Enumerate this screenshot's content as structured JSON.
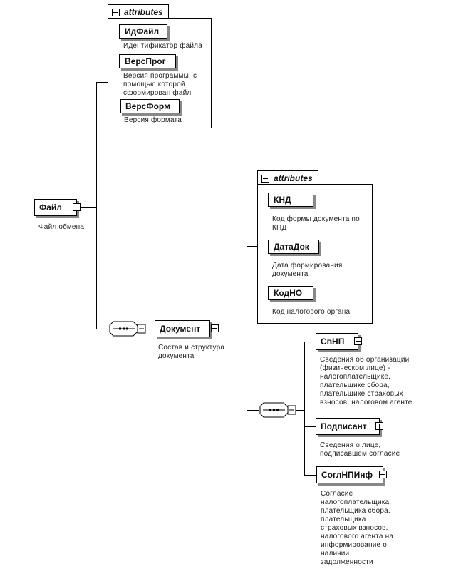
{
  "diagram": {
    "root": {
      "name": "Файл",
      "description": "Файл обмена",
      "expanded": true
    },
    "root_attributes": {
      "tab_label": "attributes",
      "items": [
        {
          "name": "ИдФайл",
          "description": "Идентификатор файла"
        },
        {
          "name": "ВерсПрог",
          "description": "Версия программы, с помощью которой сформирован файл"
        },
        {
          "name": "ВерсФорм",
          "description": "Версия формата"
        }
      ]
    },
    "document": {
      "name": "Документ",
      "description": "Состав и структура документа",
      "expanded": true
    },
    "document_attributes": {
      "tab_label": "attributes",
      "items": [
        {
          "name": "КНД",
          "description": "Код формы документа по КНД"
        },
        {
          "name": "ДатаДок",
          "description": "Дата формирования документа"
        },
        {
          "name": "КодНО",
          "description": "Код налогового органа"
        }
      ]
    },
    "document_children": [
      {
        "name": "СвНП",
        "description": "Сведения об организации (физическом лице) - налогоплательщике, плательщике сбора, плательщике страховых взносов, налоговом агенте",
        "expanded": false
      },
      {
        "name": "Подписант",
        "description": "Сведения о лице, подписавшем согласие",
        "expanded": false
      },
      {
        "name": "СоглНПИнф",
        "description": "Согласие налогоплательщика, плательщика сбора, плательщика страховых взносов, налогового агента на информирование о наличии задолженности",
        "expanded": false
      }
    ]
  }
}
